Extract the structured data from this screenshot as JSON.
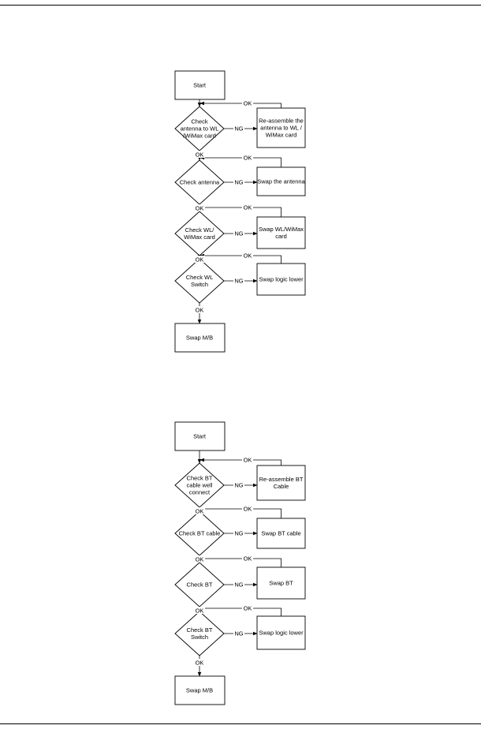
{
  "flowcharts": [
    {
      "start": "Start",
      "end": "Swap M/B",
      "steps": [
        {
          "check": [
            "Check",
            "antenna to WL",
            "/WiMax card"
          ],
          "action": [
            "Re-assemble the",
            "antenna to WL /",
            "WiMax card"
          ]
        },
        {
          "check": [
            "Check antenna"
          ],
          "action": [
            "Swap the antenna"
          ]
        },
        {
          "check": [
            "Check WL/",
            "WiMax card"
          ],
          "action": [
            "Swap WL/WiMax",
            "card"
          ]
        },
        {
          "check": [
            "Check WL",
            "Switch"
          ],
          "action": [
            "Swap logic lower"
          ]
        }
      ]
    },
    {
      "start": "Start",
      "end": "Swap M/B",
      "steps": [
        {
          "check": [
            "Check  BT",
            "cable well",
            "connect"
          ],
          "action": [
            "Re-assemble BT",
            "Cable"
          ]
        },
        {
          "check": [
            "Check BT cable"
          ],
          "action": [
            "Swap BT cable"
          ]
        },
        {
          "check": [
            "Check BT"
          ],
          "action": [
            "Swap BT"
          ]
        },
        {
          "check": [
            "Check BT",
            "Switch"
          ],
          "action": [
            "Swap logic lower"
          ]
        }
      ]
    }
  ],
  "labels": {
    "ok": "OK",
    "ng": "NG"
  }
}
